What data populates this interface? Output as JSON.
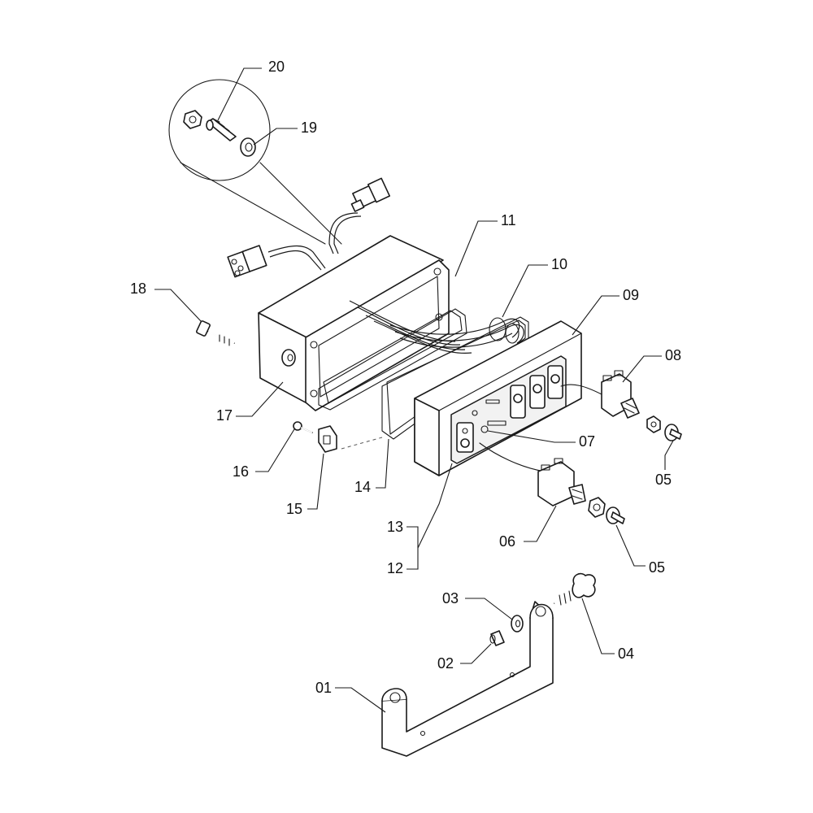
{
  "diagram": {
    "callouts": [
      {
        "id": "c20",
        "label": "20"
      },
      {
        "id": "c19",
        "label": "19"
      },
      {
        "id": "c11",
        "label": "11"
      },
      {
        "id": "c10",
        "label": "10"
      },
      {
        "id": "c09",
        "label": "09"
      },
      {
        "id": "c18",
        "label": "18"
      },
      {
        "id": "c08",
        "label": "08"
      },
      {
        "id": "c17",
        "label": "17"
      },
      {
        "id": "c07",
        "label": "07"
      },
      {
        "id": "c16",
        "label": "16"
      },
      {
        "id": "c05a",
        "label": "05"
      },
      {
        "id": "c14",
        "label": "14"
      },
      {
        "id": "c15",
        "label": "15"
      },
      {
        "id": "c13",
        "label": "13"
      },
      {
        "id": "c06",
        "label": "06"
      },
      {
        "id": "c12",
        "label": "12"
      },
      {
        "id": "c05b",
        "label": "05"
      },
      {
        "id": "c03",
        "label": "03"
      },
      {
        "id": "c04",
        "label": "04"
      },
      {
        "id": "c02",
        "label": "02"
      },
      {
        "id": "c01",
        "label": "01"
      }
    ]
  }
}
